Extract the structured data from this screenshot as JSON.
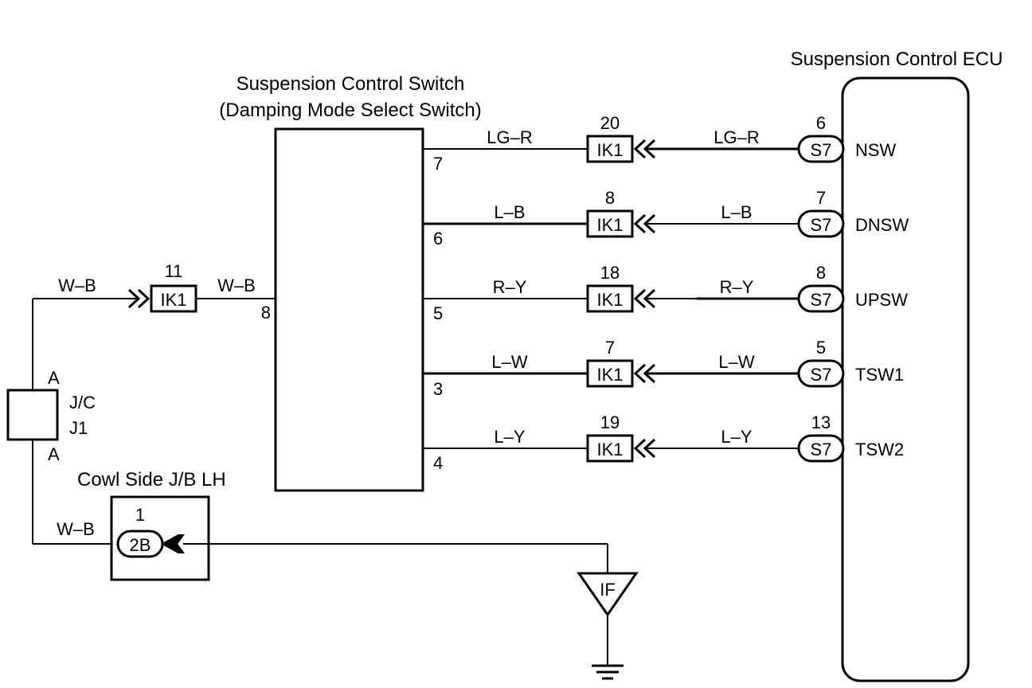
{
  "switch": {
    "title_line1": "Suspension Control Switch",
    "title_line2": "(Damping Mode Select Switch)",
    "pins": [
      "7",
      "6",
      "5",
      "3",
      "4"
    ],
    "pin_ground": "8"
  },
  "ecu": {
    "title": "Suspension Control ECU",
    "connector": "S7",
    "pins": [
      {
        "num": "6",
        "name": "NSW"
      },
      {
        "num": "7",
        "name": "DNSW"
      },
      {
        "num": "8",
        "name": "UPSW"
      },
      {
        "num": "5",
        "name": "TSW1"
      },
      {
        "num": "13",
        "name": "TSW2"
      }
    ]
  },
  "wires": [
    {
      "left_color": "LG–R",
      "right_color": "LG–R",
      "ik1_pin": "20"
    },
    {
      "left_color": "L–B",
      "right_color": "L–B",
      "ik1_pin": "8"
    },
    {
      "left_color": "R–Y",
      "right_color": "R–Y",
      "ik1_pin": "18"
    },
    {
      "left_color": "L–W",
      "right_color": "L–W",
      "ik1_pin": "7"
    },
    {
      "left_color": "L–Y",
      "right_color": "L–Y",
      "ik1_pin": "19"
    }
  ],
  "connector_ik1": "IK1",
  "ground_wire": {
    "color_left": "W–B",
    "color_right": "W–B",
    "ik1_pin": "11",
    "color_bottom": "W–B"
  },
  "junction": {
    "label_top": "A",
    "label_bottom": "A",
    "name_line1": "J/C",
    "name_line2": "J1"
  },
  "cowl": {
    "title": "Cowl Side J/B LH",
    "pin": "1",
    "connector": "2B"
  },
  "ground_point": "IF"
}
